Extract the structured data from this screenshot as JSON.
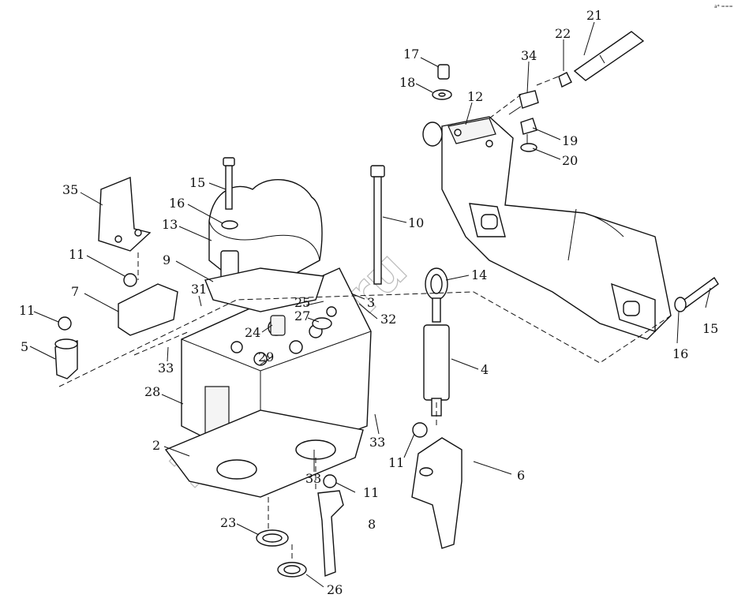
{
  "watermark": "ZapPart.ru",
  "corner_mark": "a* ===",
  "labels": [
    "21",
    "22",
    "17",
    "34",
    "18",
    "12",
    "19",
    "20",
    "15",
    "16",
    "35",
    "13",
    "9",
    "10",
    "14",
    "11",
    "7",
    "31",
    "25",
    "27",
    "3",
    "32",
    "24",
    "33",
    "29",
    "28",
    "15",
    "16",
    "4",
    "33",
    "2",
    "11",
    "6",
    "33",
    "11",
    "23",
    "8",
    "26",
    "5",
    "11"
  ]
}
